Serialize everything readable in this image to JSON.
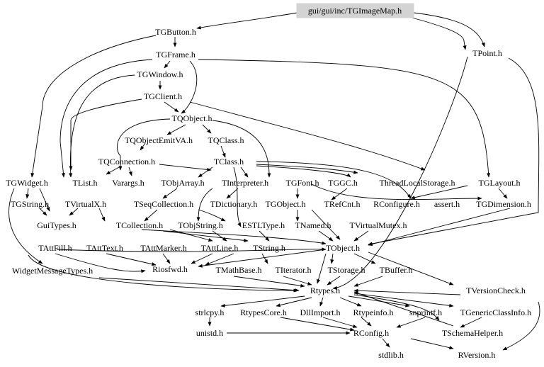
{
  "root_file": "gui/gui/inc/TGImageMap.h",
  "headers": {
    "tgbutton": "TGButton.h",
    "tgframe": "TGFrame.h",
    "tpoint": "TPoint.h",
    "tgwindow": "TGWindow.h",
    "tgclient": "TGClient.h",
    "tqobject": "TQObject.h",
    "tqobjectemitva": "TQObjectEmitVA.h",
    "tqclass": "TQClass.h",
    "tqconnection": "TQConnection.h",
    "tclass": "TClass.h",
    "tgwidget": "TGWidget.h",
    "tlist": "TList.h",
    "varargs": "Varargs.h",
    "tobjarray": "TObjArray.h",
    "tinterpreter": "TInterpreter.h",
    "tgfont": "TGFont.h",
    "tggc": "TGGC.h",
    "threadlocalstorage": "ThreadLocalStorage.h",
    "tglayout": "TGLayout.h",
    "tgstring": "TGString.h",
    "tvirtualx": "TVirtualX.h",
    "tseqcollection": "TSeqCollection.h",
    "tdictionary": "TDictionary.h",
    "tgobject": "TGObject.h",
    "trefcnt": "TRefCnt.h",
    "rconfigure": "RConfigure.h",
    "assert": "assert.h",
    "tgdimension": "TGDimension.h",
    "guitypes": "GuiTypes.h",
    "tcollection": "TCollection.h",
    "tobjstring": "TObjString.h",
    "estltype": "ESTLType.h",
    "tnamed": "TNamed.h",
    "tvirtualmutex": "TVirtualMutex.h",
    "tattfill": "TAttFill.h",
    "tatttext": "TAttText.h",
    "tattmarker": "TAttMarker.h",
    "tattline": "TAttLine.h",
    "tstring": "TString.h",
    "tobject": "TObject.h",
    "widgetmessagetypes": "WidgetMessageTypes.h",
    "riosfwd": "Riosfwd.h",
    "tmathbase": "TMathBase.h",
    "titerator": "TIterator.h",
    "tstorage": "TStorage.h",
    "tbuffer": "TBuffer.h",
    "rtypes": "Rtypes.h",
    "tversioncheck": "TVersionCheck.h",
    "strlcpy": "strlcpy.h",
    "rtypescore": "RtypesCore.h",
    "dllimport": "DllImport.h",
    "rtypeinfo": "Rtypeinfo.h",
    "snprintf": "snprintf.h",
    "tgenericclassinfo": "TGenericClassInfo.h",
    "unistd": "unistd.h",
    "rconfig": "RConfig.h",
    "tschemahelper": "TSchemaHelper.h",
    "stdlib": "stdlib.h",
    "rversion": "RVersion.h"
  }
}
